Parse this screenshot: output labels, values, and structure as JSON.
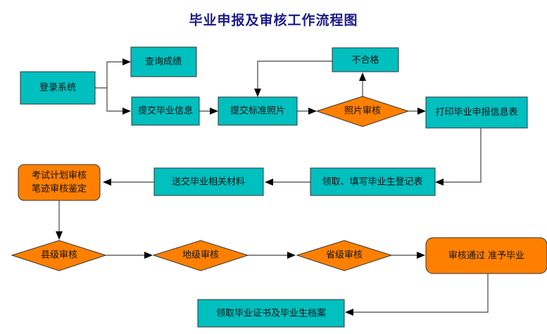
{
  "title": "毕业申报及审核工作流程图",
  "colors": {
    "process": "#00bfbf",
    "decision": "#ff8000",
    "title": "#1a1a8c"
  },
  "nodes": {
    "login": "登录系统",
    "query_scores": "查询成绩",
    "submit_info": "提交毕业信息",
    "submit_photo": "提交标准照片",
    "photo_review": "照片审核",
    "unqualified": "不合格",
    "print_form": "打印毕业申报信息表",
    "fill_form": "领取、填写毕业生登记表",
    "send_materials": "送交毕业相关材料",
    "exam_review_line1": "考试计划审核",
    "exam_review_line2": "笔迹审核鉴定",
    "county_review": "县级审核",
    "city_review": "地级审核",
    "province_review": "省级审核",
    "approved": "审核通过 准予毕业",
    "receive_certificate": "领取毕业证书及毕业生档案"
  }
}
